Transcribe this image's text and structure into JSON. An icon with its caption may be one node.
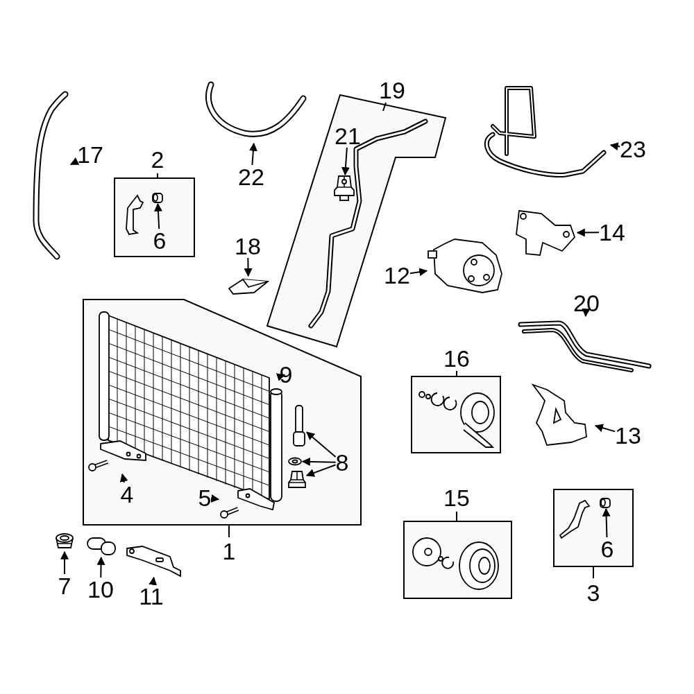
{
  "diagram": {
    "nodes": [
      {
        "text": [
          "17"
        ]
      },
      {
        "text": [],
        "shape": "picture"
      },
      {
        "text": [
          "2"
        ]
      },
      {
        "text": [
          "6"
        ],
        "in": 2
      },
      {
        "text": [],
        "shape": "picture",
        "in": 2
      },
      {
        "text": [
          "22"
        ]
      },
      {
        "text": [],
        "shape": "picture"
      },
      {
        "text": [
          "19"
        ]
      },
      {
        "text": [
          "21"
        ],
        "in": 7
      },
      {
        "text": [],
        "shape": "picture",
        "in": 7
      },
      {
        "text": [
          "23"
        ]
      },
      {
        "text": [],
        "shape": "picture"
      },
      {
        "text": [
          "18"
        ]
      },
      {
        "text": [],
        "shape": "picture"
      },
      {
        "text": [
          "14"
        ]
      },
      {
        "text": [],
        "shape": "picture"
      },
      {
        "text": [
          "12"
        ]
      },
      {
        "text": [],
        "shape": "picture"
      },
      {
        "text": [
          "20"
        ]
      },
      {
        "text": [],
        "shape": "picture"
      },
      {
        "text": [
          "1"
        ]
      },
      {
        "text": [
          "9"
        ],
        "in": 20
      },
      {
        "text": [],
        "shape": "picture",
        "in": 20
      },
      {
        "text": [
          "8"
        ],
        "in": 20
      },
      {
        "text": [],
        "shape": "picture",
        "in": 20
      },
      {
        "text": [],
        "shape": "picture",
        "in": 20
      },
      {
        "text": [],
        "shape": "picture",
        "in": 20
      },
      {
        "text": [
          "4"
        ],
        "in": 20
      },
      {
        "text": [],
        "shape": "picture",
        "in": 20
      },
      {
        "text": [
          "5"
        ],
        "in": 20
      },
      {
        "text": [],
        "shape": "picture",
        "in": 20
      },
      {
        "text": [
          "16"
        ]
      },
      {
        "text": [
          "13"
        ]
      },
      {
        "text": [],
        "shape": "picture"
      },
      {
        "text": [
          "15"
        ]
      },
      {
        "text": [
          "3"
        ]
      },
      {
        "text": [
          "6"
        ],
        "in": 35
      },
      {
        "text": [],
        "shape": "picture",
        "in": 35
      },
      {
        "text": [
          "7"
        ]
      },
      {
        "text": [],
        "shape": "picture"
      },
      {
        "text": [
          "10"
        ]
      },
      {
        "text": [],
        "shape": "picture"
      },
      {
        "text": [
          "11"
        ]
      },
      {
        "text": [],
        "shape": "picture"
      }
    ],
    "edges": [
      {
        "from": 0,
        "to": 1,
        "arrow": "to"
      },
      {
        "from": 3,
        "to": 4,
        "arrow": "to"
      },
      {
        "from": 5,
        "to": 6,
        "arrow": "to"
      },
      {
        "from": 8,
        "to": 9,
        "arrow": "to"
      },
      {
        "from": 10,
        "to": 11,
        "arrow": "to"
      },
      {
        "from": 12,
        "to": 13,
        "arrow": "to"
      },
      {
        "from": 14,
        "to": 15,
        "arrow": "to"
      },
      {
        "from": 16,
        "to": 17,
        "arrow": "to"
      },
      {
        "from": 18,
        "to": 19,
        "arrow": "to"
      },
      {
        "from": 21,
        "to": 22,
        "arrow": "to"
      },
      {
        "from": 23,
        "to": 24,
        "arrow": "to"
      },
      {
        "from": 23,
        "to": 25,
        "arrow": "to"
      },
      {
        "from": 23,
        "to": 26,
        "arrow": "to"
      },
      {
        "from": 27,
        "to": 28,
        "arrow": "to"
      },
      {
        "from": 29,
        "to": 30,
        "arrow": "to"
      },
      {
        "from": 32,
        "to": 33,
        "arrow": "to"
      },
      {
        "from": 36,
        "to": 37,
        "arrow": "to"
      },
      {
        "from": 38,
        "to": 39,
        "arrow": "to"
      },
      {
        "from": 40,
        "to": 41,
        "arrow": "to"
      },
      {
        "from": 42,
        "to": 43,
        "arrow": "to"
      }
    ]
  }
}
